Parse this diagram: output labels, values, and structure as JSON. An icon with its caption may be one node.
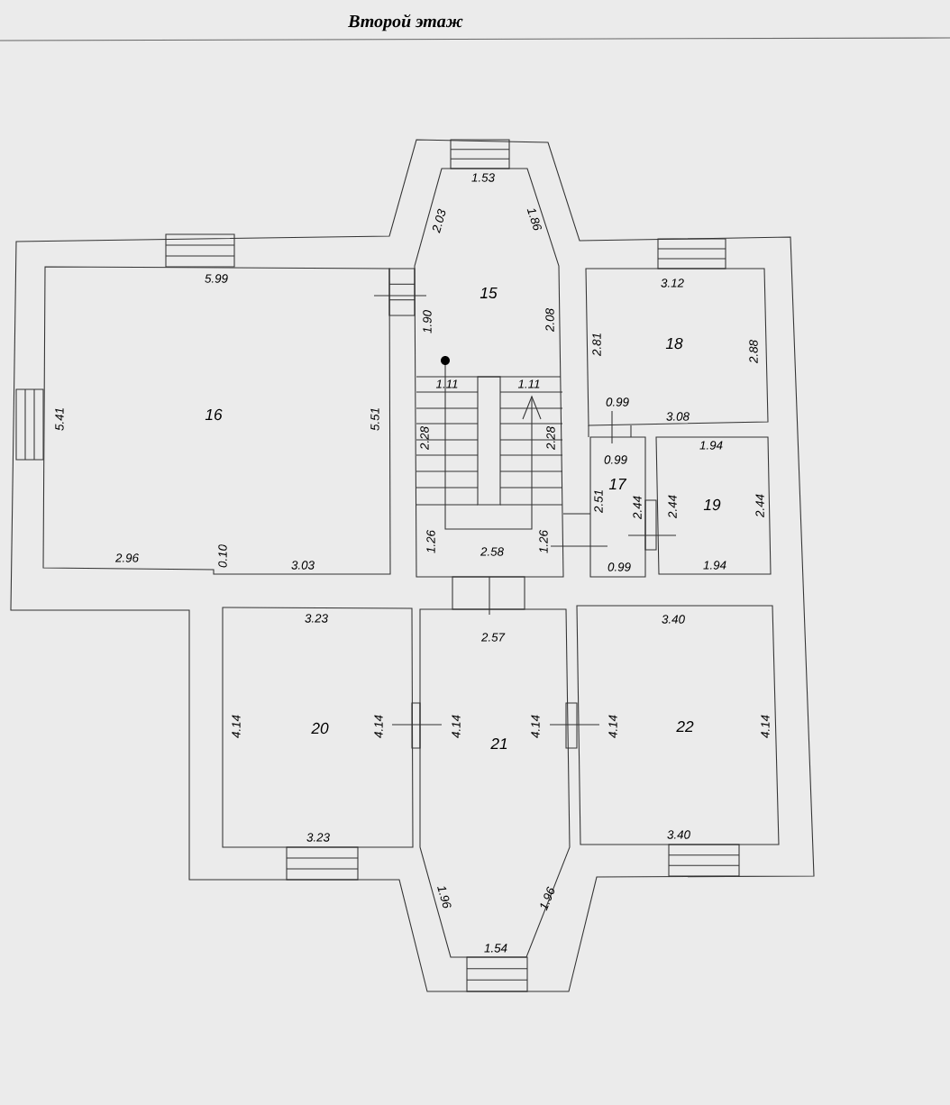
{
  "diagram": {
    "title": "Второй этаж",
    "nodes": [
      {
        "text": [
          "15"
        ]
      },
      {
        "text": [
          "16"
        ]
      },
      {
        "text": [
          "17"
        ]
      },
      {
        "text": [
          "18"
        ]
      },
      {
        "text": [
          "19"
        ]
      },
      {
        "text": [
          "20"
        ]
      },
      {
        "text": [
          "21"
        ]
      },
      {
        "text": [
          "22"
        ]
      }
    ],
    "labels": [
      "1.53",
      "2.03",
      "1.86",
      "5.99",
      "3.12",
      "1.90",
      "2.08",
      "2.81",
      "2.88",
      "1.11",
      "1.11",
      "5.41",
      "5.51",
      "0.99",
      "3.08",
      "2.28",
      "2.28",
      "1.94",
      "0.99",
      "2.51",
      "2.44",
      "2.44",
      "2.44",
      "1.26",
      "1.26",
      "2.58",
      "2.96",
      "0.10",
      "3.03",
      "0.99",
      "1.94",
      "2.57",
      "3.23",
      "3.40",
      "4.14",
      "4.14",
      "4.14",
      "4.14",
      "4.14",
      "4.14",
      "3.23",
      "3.40",
      "1.96",
      "1.96",
      "1.54"
    ]
  }
}
